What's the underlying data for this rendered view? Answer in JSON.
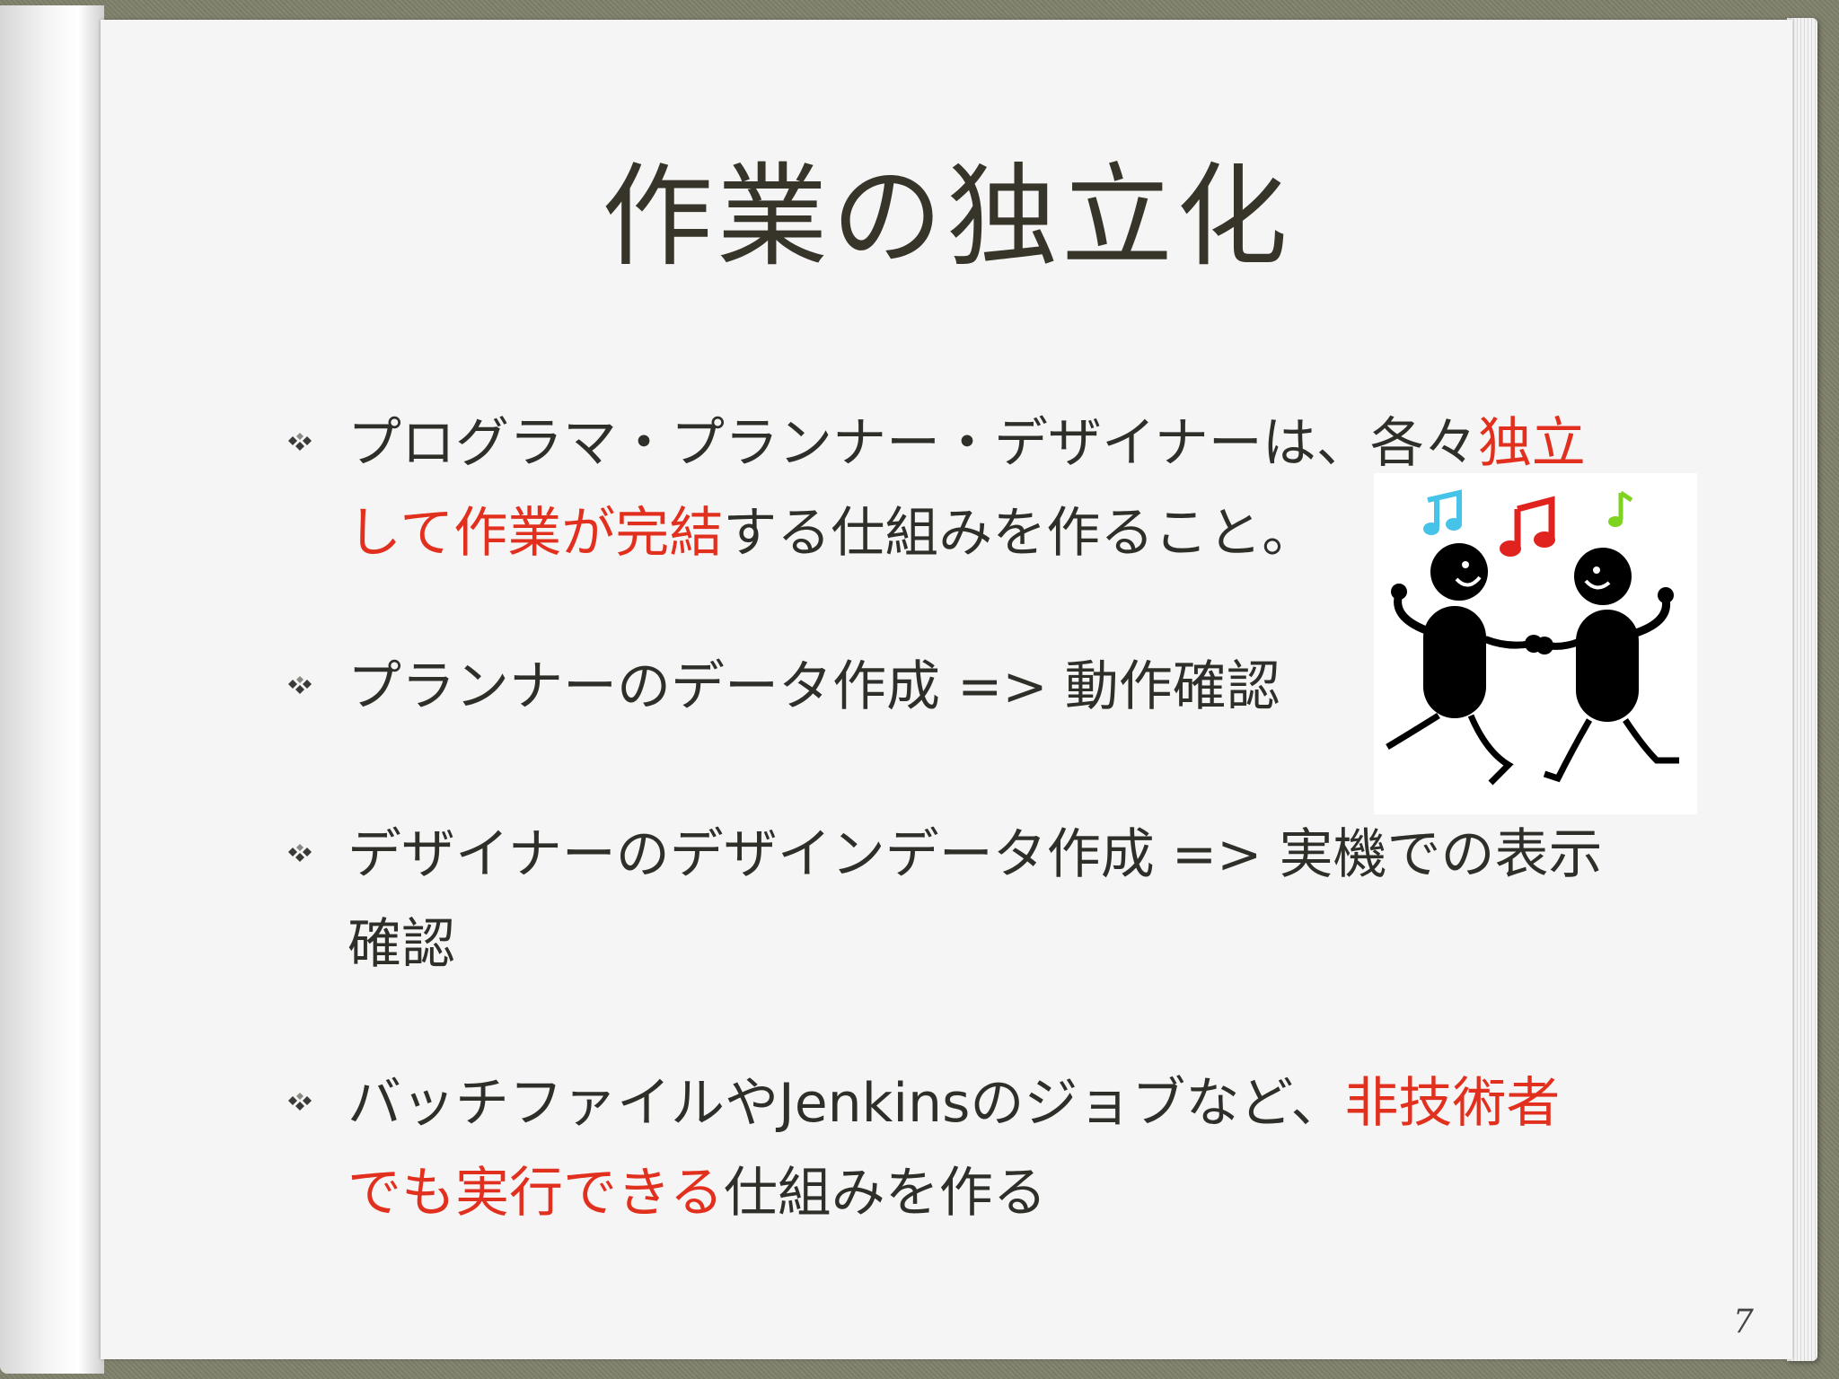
{
  "slide": {
    "title": "作業の独立化",
    "page_number": "7",
    "bullets": [
      {
        "segments": [
          {
            "text": "プログラマ・プランナー・デザイナーは、各々",
            "highlight": false
          },
          {
            "text": "独立して作業が完結",
            "highlight": true
          },
          {
            "text": "する仕組みを作ること。",
            "highlight": false
          }
        ]
      },
      {
        "segments": [
          {
            "text": "プランナーのデータ作成 => 動作確認",
            "highlight": false
          }
        ]
      },
      {
        "segments": [
          {
            "text": "デザイナーのデザインデータ作成 => 実機での表示確認",
            "highlight": false
          }
        ]
      },
      {
        "segments": [
          {
            "text": "バッチファイルやJenkinsのジョブなど、",
            "highlight": false
          },
          {
            "text": "非技術者でも実行できる",
            "highlight": true
          },
          {
            "text": "仕組みを作る",
            "highlight": false
          }
        ]
      }
    ]
  },
  "icons": {
    "bullet": "diamond-cluster-bullet-icon",
    "illustration": "dancing-figures-with-music-notes"
  },
  "colors": {
    "title": "#37352a",
    "text": "#2f2f2a",
    "highlight": "#e2301f",
    "note_blue": "#46c3e8",
    "note_red": "#e0231f",
    "note_green": "#7ed321",
    "figure": "#000000"
  }
}
